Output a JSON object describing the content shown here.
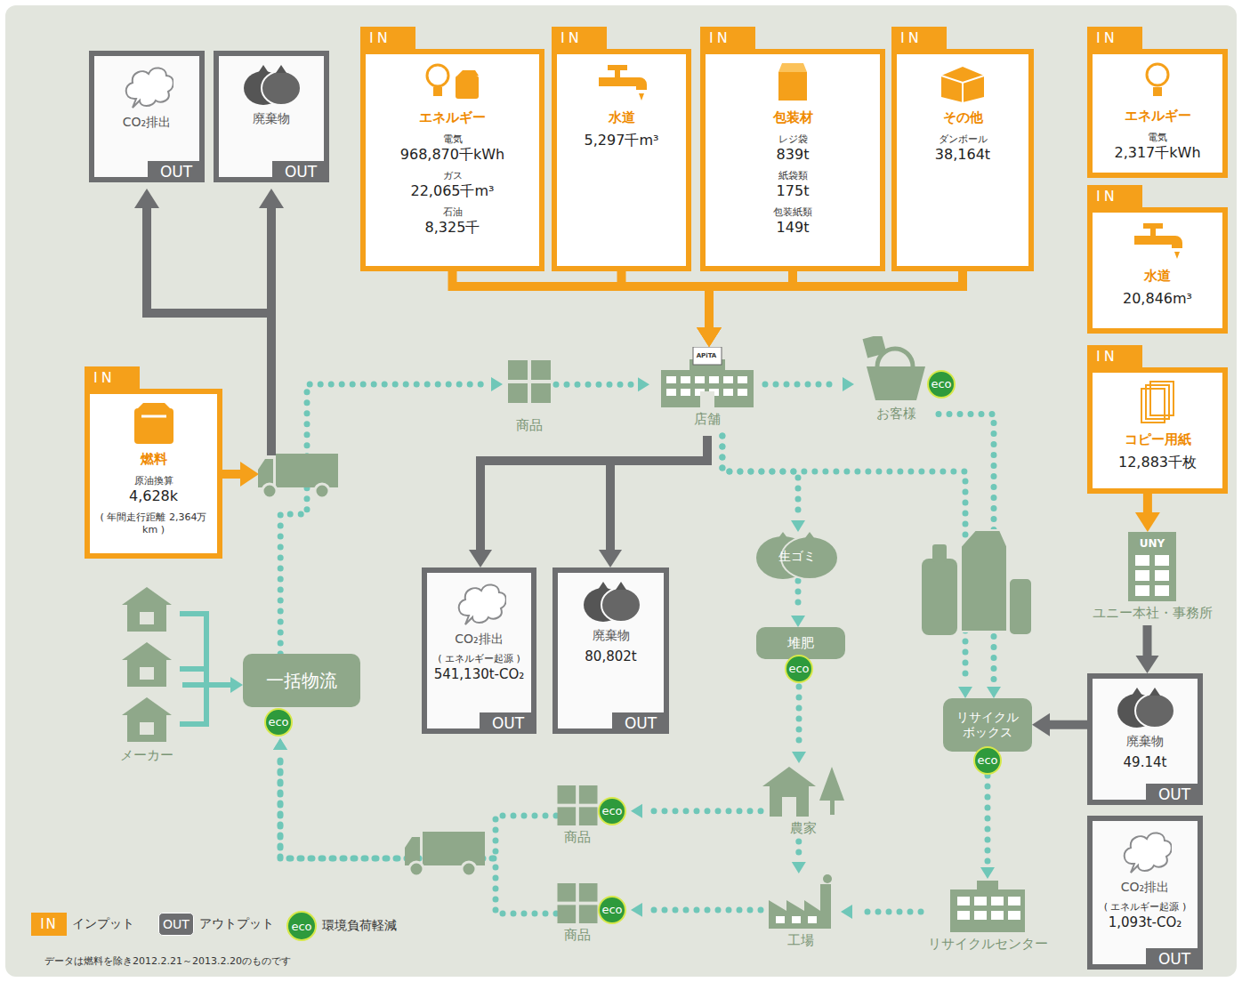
{
  "diagram": {
    "nodes": [
      {
        "text": [
          "CO₂排出",
          "OUT"
        ]
      },
      {
        "text": [
          "廃棄物",
          "OUT"
        ]
      },
      {
        "text": [
          "IN",
          "エネルギー",
          "電気",
          "968,870千kWh",
          "ガス",
          "22,065千m³",
          "石油",
          "8,325千"
        ]
      },
      {
        "text": [
          "IN",
          "水道",
          "5,297千m³"
        ]
      },
      {
        "text": [
          "IN",
          "包装材",
          "レジ袋",
          "839t",
          "紙袋類",
          "175t",
          "包装紙類",
          "149t"
        ]
      },
      {
        "text": [
          "IN",
          "その他",
          "ダンボール",
          "38,164t"
        ]
      },
      {
        "text": [
          "IN",
          "エネルギー",
          "電気",
          "2,317千kWh"
        ]
      },
      {
        "text": [
          "IN",
          "水道",
          "20,846m³"
        ]
      },
      {
        "text": [
          "IN",
          "コピー用紙",
          "12,883千枚"
        ]
      },
      {
        "text": [
          "IN",
          "燃料",
          "原油換算",
          "4,628k",
          "( 年間走行距離 2,364万km )"
        ]
      },
      {
        "text": [
          "商品"
        ]
      },
      {
        "text": [
          "店舗"
        ]
      },
      {
        "text": [
          "お客様"
        ]
      },
      {
        "text": [
          "UNY",
          "ユニー本社・事務所"
        ]
      },
      {
        "text": [
          "生ゴミ"
        ]
      },
      {
        "text": [
          "メーカー"
        ]
      },
      {
        "text": [
          "一括物流"
        ]
      },
      {
        "text": [
          "CO₂排出",
          "( エネルギー起源 )",
          "541,130t-CO₂",
          "OUT"
        ]
      },
      {
        "text": [
          "廃棄物",
          "80,802t",
          "OUT"
        ]
      },
      {
        "text": [
          "堆肥"
        ]
      },
      {
        "text": [
          "リサイクル ボックス"
        ]
      },
      {
        "text": [
          "廃棄物",
          "49.14t",
          "OUT"
        ]
      },
      {
        "text": [
          "農家"
        ]
      },
      {
        "text": [
          "商品"
        ]
      },
      {
        "text": [
          "商品"
        ]
      },
      {
        "text": [
          "工場"
        ]
      },
      {
        "text": [
          "リサイクルセンター"
        ]
      },
      {
        "text": [
          "CO₂排出",
          "( エネルギー起源 )",
          "1,093t-CO₂",
          "OUT"
        ]
      }
    ],
    "edges": [
      {
        "from": 2,
        "to": 11,
        "arrow": "to"
      },
      {
        "from": 3,
        "to": 11,
        "arrow": "to"
      },
      {
        "from": 4,
        "to": 11,
        "arrow": "to"
      },
      {
        "from": 5,
        "to": 11,
        "arrow": "to"
      },
      {
        "from": 10,
        "to": 11,
        "arrow": "to"
      },
      {
        "from": 11,
        "to": 12,
        "arrow": "to"
      },
      {
        "from": 11,
        "to": 17,
        "arrow": "to"
      },
      {
        "from": 11,
        "to": 18,
        "arrow": "to"
      },
      {
        "from": 11,
        "to": 14,
        "arrow": "to"
      },
      {
        "from": 11,
        "to": 20,
        "arrow": "to"
      },
      {
        "from": 12,
        "to": 20,
        "arrow": "to"
      },
      {
        "from": 14,
        "to": 19,
        "arrow": "to"
      },
      {
        "from": 19,
        "to": 22,
        "arrow": "to"
      },
      {
        "from": 22,
        "to": 25,
        "arrow": "to"
      },
      {
        "from": 22,
        "to": 23,
        "arrow": "to"
      },
      {
        "from": 25,
        "to": 24,
        "arrow": "to"
      },
      {
        "from": 20,
        "to": 26,
        "arrow": "to"
      },
      {
        "from": 26,
        "to": 25,
        "arrow": "to"
      },
      {
        "from": 23,
        "to": 16,
        "arrow": "to"
      },
      {
        "from": 24,
        "to": 16,
        "arrow": "to"
      },
      {
        "from": 16,
        "to": 10,
        "arrow": "to"
      },
      {
        "from": 15,
        "to": 16,
        "arrow": "to"
      },
      {
        "from": 8,
        "to": 13,
        "arrow": "to"
      },
      {
        "from": 13,
        "to": 21,
        "arrow": "to"
      },
      {
        "from": 21,
        "to": 20,
        "arrow": "to"
      }
    ],
    "labels": [
      "APiTA",
      "eco",
      "eco",
      "eco",
      "eco",
      "eco",
      "eco",
      "IN",
      "OUT",
      "eco",
      "データは燃料を除き2012.2.21～2013.2.20のものです"
    ],
    "legend": [
      {
        "text": "インプット",
        "color": "#f5a01a"
      },
      {
        "text": "アウトプット",
        "color": "#6d6e70"
      },
      {
        "text": "環境負荷軽減",
        "color": "#2e9a3c"
      }
    ]
  }
}
